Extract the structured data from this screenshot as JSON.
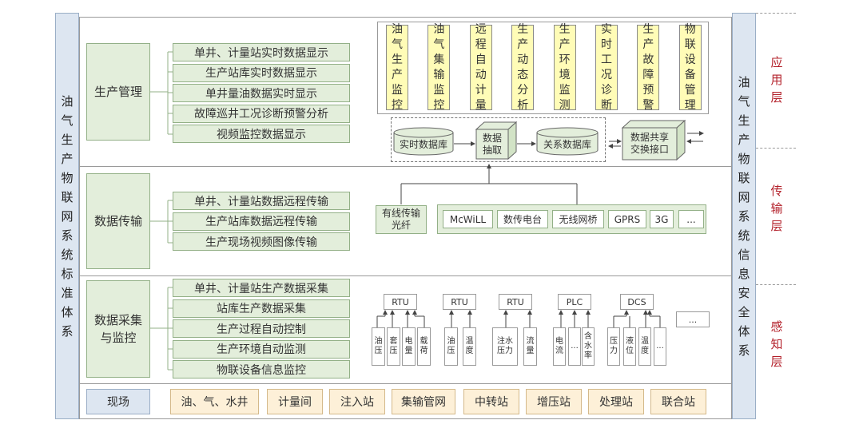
{
  "left_title": "油气生产物联网系统标准体系",
  "right_title": "油气生产物联网系统信息安全体系",
  "layers": {
    "application": "应用层",
    "transmission": "传输层",
    "perception": "感知层"
  },
  "production_management": {
    "label": "生产管理",
    "items": [
      "单井、计量站实时数据显示",
      "生产站库实时数据显示",
      "单井量油数据实时显示",
      "故障巡井工况诊断预警分析",
      "视频监控数据显示"
    ]
  },
  "data_transmission": {
    "label": "数据传输",
    "items": [
      "单井、计量站数据远程传输",
      "生产站库数据远程传输",
      "生产现场视频图像传输"
    ]
  },
  "data_collection": {
    "label": "数据采集与监控",
    "items": [
      "单井、计量站生产数据采集",
      "站库生产数据采集",
      "生产过程自动控制",
      "生产环境自动监测",
      "物联设备信息监控"
    ]
  },
  "apps": [
    "油气生产监控",
    "油气集输监控",
    "远程自动计量",
    "生产动态分析",
    "生产环境监测",
    "实时工况诊断",
    "生产故障预警",
    "物联设备管理"
  ],
  "data_flow": {
    "realtime_db": "实时数据库",
    "extract": "数据抽取",
    "relational_db": "关系数据库",
    "exchange": "数据共享交换接口"
  },
  "wired": "有线传输光纤",
  "wireless": [
    "McWiLL",
    "数传电台",
    "无线网桥",
    "GPRS",
    "3G",
    "..."
  ],
  "devices": {
    "rtu1": {
      "label": "RTU",
      "sensors": [
        "油压",
        "套压",
        "电量",
        "载荷"
      ]
    },
    "rtu2": {
      "label": "RTU",
      "sensors": [
        "油压",
        "温度"
      ]
    },
    "rtu3": {
      "label": "RTU",
      "sensors": [
        "注水压力",
        "流量"
      ]
    },
    "plc": {
      "label": "PLC",
      "sensors": [
        "电流",
        "...",
        "含水率"
      ]
    },
    "dcs": {
      "label": "DCS",
      "sensors": [
        "压力",
        "液位",
        "温度",
        "..."
      ]
    },
    "more": "..."
  },
  "sites": {
    "field": "现场",
    "items": [
      "油、气、水井",
      "计量间",
      "注入站",
      "集输管网",
      "中转站",
      "增压站",
      "处理站",
      "联合站"
    ]
  }
}
